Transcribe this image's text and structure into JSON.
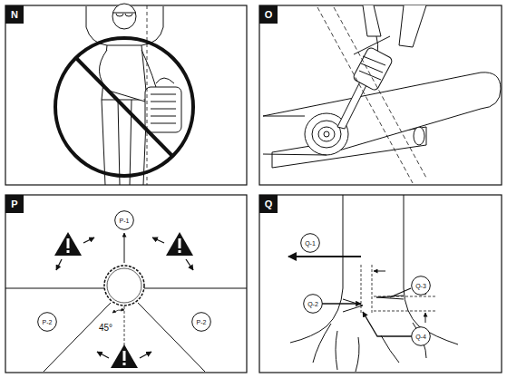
{
  "diagram": {
    "nodes": [
      {
        "text": [
          "N"
        ]
      },
      {
        "text": [
          "O"
        ]
      },
      {
        "text": [
          "P"
        ]
      },
      {
        "text": [
          "P-1"
        ]
      },
      {
        "text": [
          "P-2"
        ]
      },
      {
        "text": [
          "P-2"
        ]
      },
      {
        "text": [
          "Q"
        ]
      },
      {
        "text": [
          "Q-1"
        ]
      },
      {
        "text": [
          "Q-3"
        ]
      },
      {
        "text": [
          "Q-2"
        ]
      },
      {
        "text": [
          "Q-4"
        ]
      }
    ],
    "labels": [
      "45°"
    ]
  }
}
